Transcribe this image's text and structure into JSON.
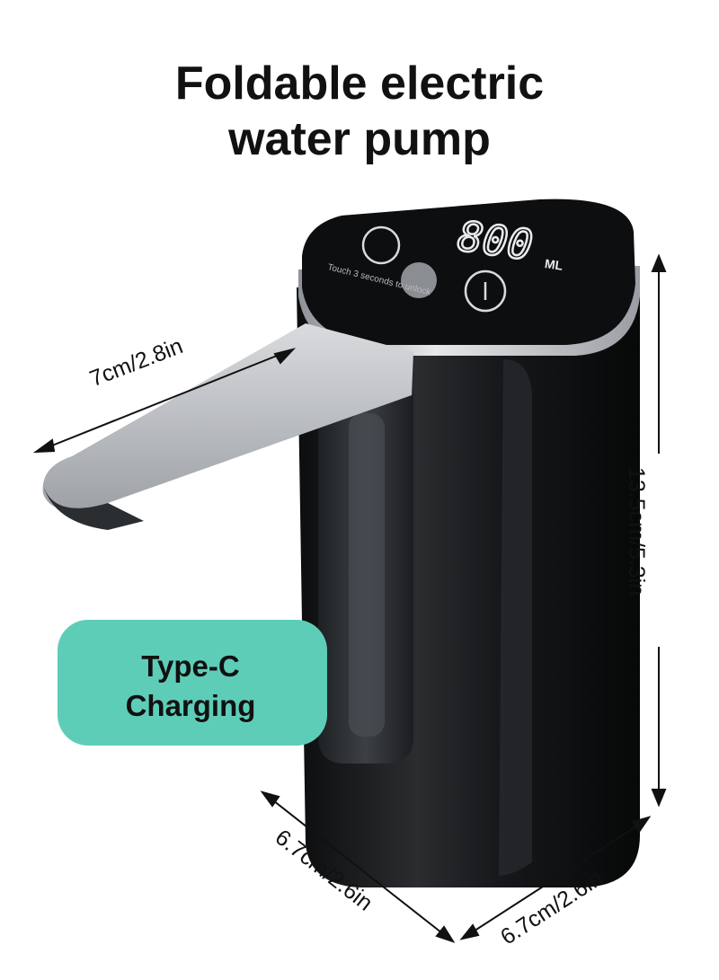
{
  "title": {
    "line1": "Foldable electric",
    "line2": "water pump"
  },
  "badge": {
    "line1": "Type-C",
    "line2": "Charging"
  },
  "dimensions": {
    "spout": "7cm/2.8in",
    "height": "13.5cm/5.3in",
    "depth": "6.7cm/2.6in",
    "width": "6.7cm/2.6in"
  },
  "display": {
    "reading": "800",
    "unit": "ML",
    "hint": "Touch 3 seconds to unlock"
  },
  "colors": {
    "badge": "#5ecdb8",
    "body": "#141618",
    "trim": "#c9ccd0"
  }
}
